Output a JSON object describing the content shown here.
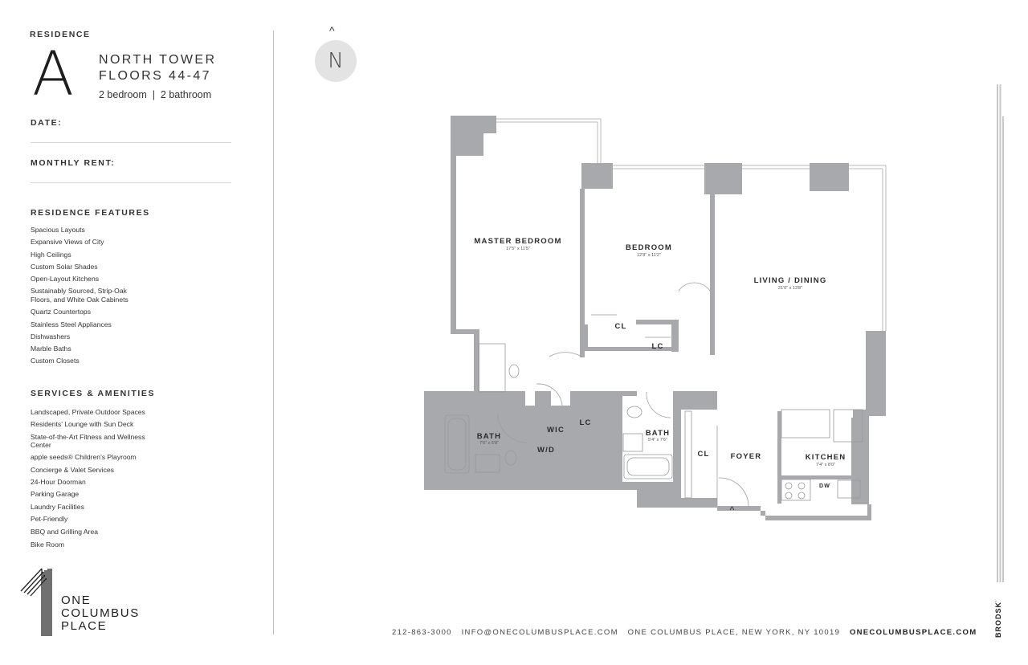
{
  "header": {
    "residence_label": "RESIDENCE",
    "unit_letter": "A",
    "tower": "NORTH TOWER",
    "floors": "FLOORS 44-47",
    "bed_bath": "2 bedroom  |  2 bathroom"
  },
  "form": {
    "date_label": "DATE:",
    "rent_label": "MONTHLY RENT:"
  },
  "features": {
    "title": "RESIDENCE FEATURES",
    "items": [
      "Spacious Layouts",
      "Expansive Views of City",
      "High Ceilings",
      "Custom Solar Shades",
      "Open-Layout Kitchens",
      "Sustainably Sourced, Strip-Oak",
      "Floors, and White Oak Cabinets",
      "Quartz Countertops",
      "Stainless Steel Appliances",
      "Dishwashers",
      "Marble Baths",
      "Custom Closets"
    ]
  },
  "amenities": {
    "title": "SERVICES & AMENITIES",
    "items": [
      "Landscaped, Private Outdoor Spaces",
      "Residents' Lounge with Sun Deck",
      "State-of-the-Art Fitness and Wellness",
      "Center",
      "apple seeds® Children's Playroom",
      "Concierge & Valet Services",
      "24-Hour Doorman",
      "Parking Garage",
      "Laundry Facilities",
      "Pet-Friendly",
      "BBQ and Grilling Area",
      "Bike Room"
    ]
  },
  "logo": {
    "line1": "ONE",
    "line2": "COLUMBUS",
    "line3": "PLACE"
  },
  "compass": {
    "caret": "^",
    "letter": "N"
  },
  "plan": {
    "rooms": {
      "master": {
        "name": "MASTER BEDROOM",
        "dim": "17'5\" x 11'5\""
      },
      "bedroom": {
        "name": "BEDROOM",
        "dim": "12'8\" x 11'2\""
      },
      "living": {
        "name": "LIVING / DINING",
        "dim": "21'0\" x 13'8\""
      },
      "cl1": {
        "name": "CL"
      },
      "lc1": {
        "name": "LC"
      },
      "bath1": {
        "name": "BATH",
        "dim": "7'6\" x 5'8\""
      },
      "wic": {
        "name": "WIC"
      },
      "lc2": {
        "name": "LC"
      },
      "wd": {
        "name": "W/D"
      },
      "bath2": {
        "name": "BATH",
        "dim": "5'4\" x 7'6\""
      },
      "cl2": {
        "name": "CL"
      },
      "foyer": {
        "name": "FOYER"
      },
      "kitchen": {
        "name": "KITCHEN",
        "dim": "7'4\" x 8'0\""
      },
      "dw": {
        "name": "DW"
      }
    },
    "entry_marker": "^"
  },
  "footer": {
    "phone": "212-863-3000",
    "email": "INFO@ONECOLUMBUSPLACE.COM",
    "address": "ONE COLUMBUS PLACE, NEW YORK, NY 10019",
    "website": "ONECOLUMBUSPLACE.COM"
  },
  "credits": {
    "developer": "BRODSKY"
  },
  "colors": {
    "wall": "#a7a9ac",
    "divider": "#bfbfbf",
    "compass_bg": "#e3e3e3"
  }
}
